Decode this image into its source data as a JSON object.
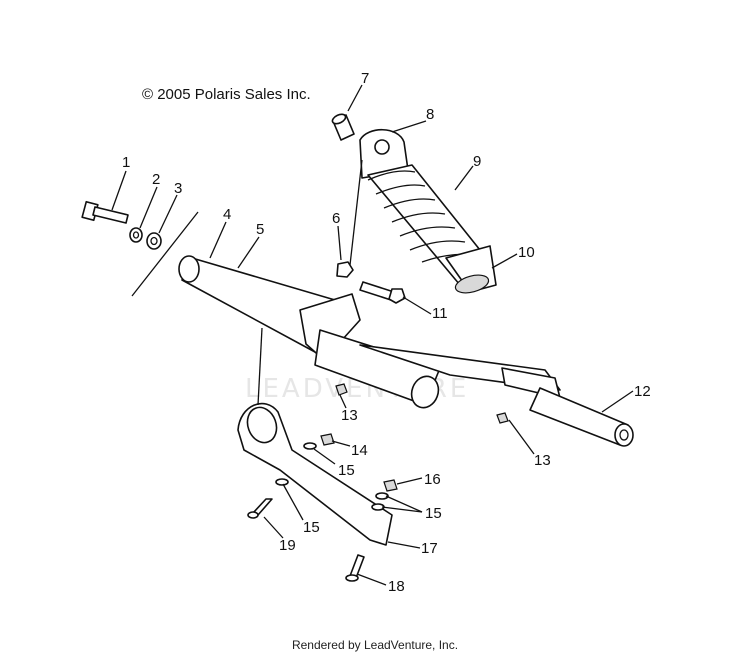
{
  "copyright": "© 2005 Polaris Sales Inc.",
  "footer": "Rendered by LeadVenture, Inc.",
  "watermark": "LEADVENTURE",
  "callouts": [
    {
      "id": "c1",
      "text": "1"
    },
    {
      "id": "c2",
      "text": "2"
    },
    {
      "id": "c3",
      "text": "3"
    },
    {
      "id": "c4",
      "text": "4"
    },
    {
      "id": "c5",
      "text": "5"
    },
    {
      "id": "c6",
      "text": "6"
    },
    {
      "id": "c7",
      "text": "7"
    },
    {
      "id": "c8",
      "text": "8"
    },
    {
      "id": "c9",
      "text": "9"
    },
    {
      "id": "c10",
      "text": "10"
    },
    {
      "id": "c11",
      "text": "11"
    },
    {
      "id": "c12",
      "text": "12"
    },
    {
      "id": "c13a",
      "text": "13"
    },
    {
      "id": "c13b",
      "text": "13"
    },
    {
      "id": "c14",
      "text": "14"
    },
    {
      "id": "c15a",
      "text": "15"
    },
    {
      "id": "c15b",
      "text": "15"
    },
    {
      "id": "c15c",
      "text": "15"
    },
    {
      "id": "c16",
      "text": "16"
    },
    {
      "id": "c17",
      "text": "17"
    },
    {
      "id": "c18",
      "text": "18"
    },
    {
      "id": "c19",
      "text": "19"
    }
  ]
}
